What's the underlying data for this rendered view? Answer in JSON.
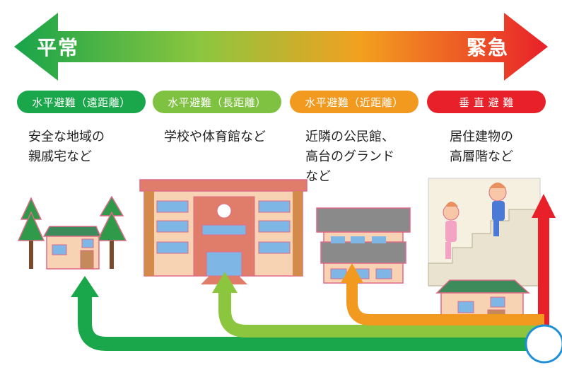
{
  "scale": {
    "left_label": "平常",
    "right_label": "緊急",
    "colors": [
      "#1aa64a",
      "#7fc241",
      "#f29a1f",
      "#e8202a"
    ]
  },
  "categories": [
    {
      "label": "水平避難（遠距離）",
      "desc": "安全な地域の\n親戚宅など",
      "color": "#1aa64a"
    },
    {
      "label": "水平避難（長距離）",
      "desc": "学校や体育館など",
      "color": "#7fc241"
    },
    {
      "label": "水平避難（近距離）",
      "desc": "近隣の公民館、\n高台のグランド\nなど",
      "color": "#f29a1f"
    },
    {
      "label": "垂 直 避 難",
      "desc": "居住建物の\n高層階など",
      "color": "#e8202a"
    }
  ]
}
